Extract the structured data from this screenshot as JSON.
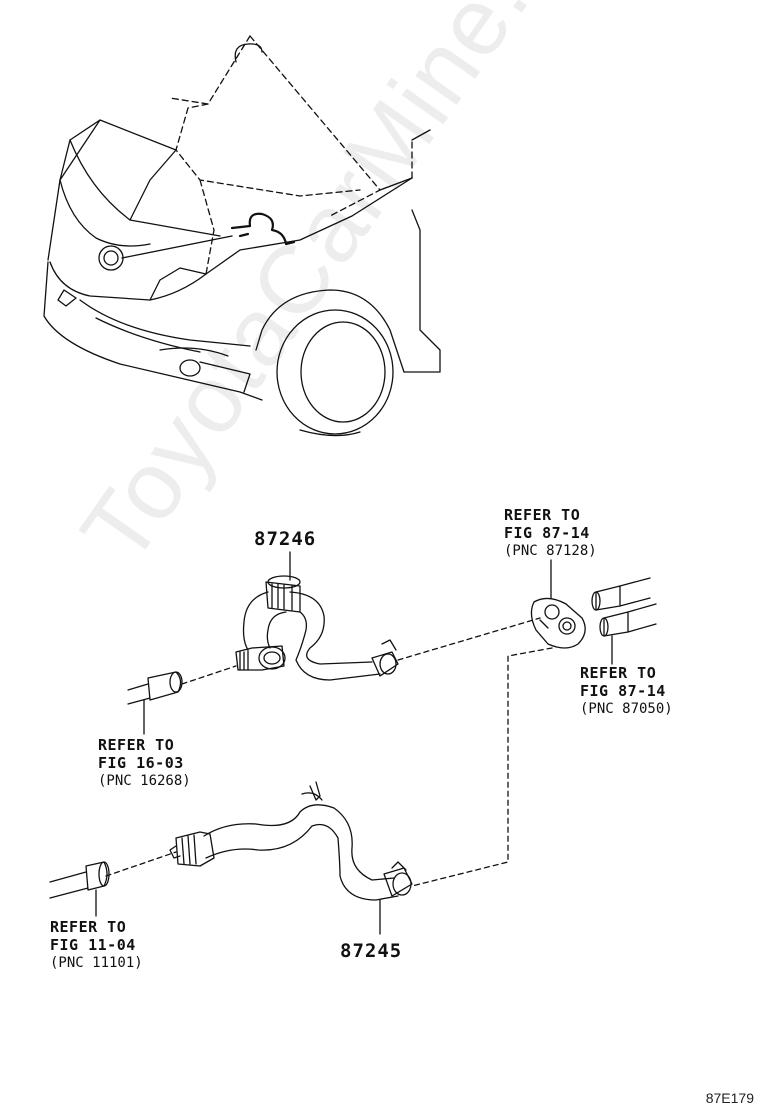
{
  "watermark": "ToyotaCarMine.ru",
  "diagram_id": "87E179",
  "parts": {
    "upper_hose": "87246",
    "lower_hose": "87245"
  },
  "refs": {
    "ref_87128": {
      "line1": "REFER TO",
      "line2": "FIG 87-14",
      "line3": "(PNC 87128)"
    },
    "ref_87050": {
      "line1": "REFER TO",
      "line2": "FIG 87-14",
      "line3": "(PNC 87050)"
    },
    "ref_16268": {
      "line1": "REFER TO",
      "line2": "FIG 16-03",
      "line3": "(PNC 16268)"
    },
    "ref_11101": {
      "line1": "REFER TO",
      "line2": "FIG 11-04",
      "line3": "(PNC 11101)"
    }
  }
}
